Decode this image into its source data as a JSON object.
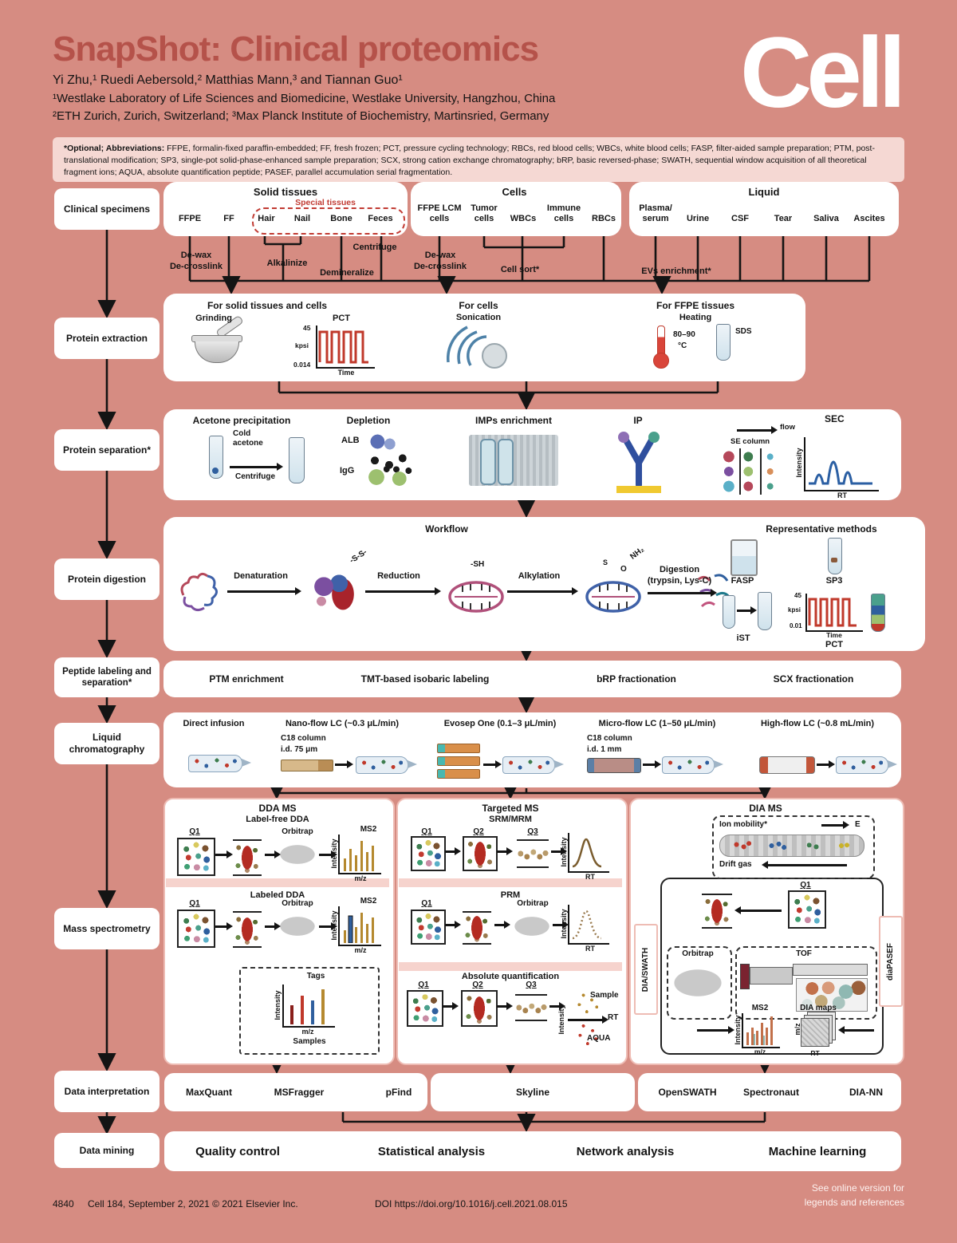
{
  "header": {
    "title": "SnapShot: Clinical proteomics",
    "authors": "Yi Zhu,¹ Ruedi Aebersold,² Matthias Mann,³ and Tiannan Guo¹",
    "affil1": "¹Westlake Laboratory of Life Sciences and Biomedicine, Westlake University, Hangzhou, China",
    "affil2": "²ETH Zurich, Zurich, Switzerland; ³Max Planck Institute of Biochemistry, Martinsried, Germany",
    "logo": "Cell"
  },
  "abbrev": {
    "bold": "*Optional; Abbreviations:",
    "text": " FFPE, formalin-fixed paraffin-embedded; FF, fresh frozen; PCT, pressure cycling technology; RBCs, red blood cells; WBCs, white blood cells; FASP, filter-aided sample preparation; PTM, post-translational modification; SP3, single-pot solid-phase-enhanced sample preparation; SCX, strong cation exchange chromatography; bRP, basic reversed-phase; SWATH, sequential window acquisition of all theoretical fragment ions; AQUA, absolute quantification peptide; PASEF, parallel accumulation serial fragmentation."
  },
  "stages": [
    "Clinical specimens",
    "Protein extraction",
    "Protein separation*",
    "Protein digestion",
    "Peptide labeling and separation*",
    "Liquid chromatography",
    "Mass spectrometry",
    "Data interpretation",
    "Data mining"
  ],
  "specimens": {
    "solid": {
      "title": "Solid tissues",
      "ffpe": "FFPE",
      "ff": "FF",
      "special": "Special tissues",
      "hair": "Hair",
      "nail": "Nail",
      "bone": "Bone",
      "feces": "Feces"
    },
    "cells": {
      "title": "Cells",
      "lcm": "FFPE LCM cells",
      "tumor": "Tumor cells",
      "wbc": "WBCs",
      "immune": "Immune cells",
      "rbc": "RBCs"
    },
    "liquid": {
      "title": "Liquid",
      "plasma": "Plasma/ serum",
      "urine": "Urine",
      "csf": "CSF",
      "tear": "Tear",
      "saliva": "Saliva",
      "ascites": "Ascites"
    },
    "proc": {
      "dewax": "De-wax",
      "decross": "De-crosslink",
      "alk": "Alkalinize",
      "demin": "Demineralize",
      "cent": "Centrifuge",
      "sort": "Cell sort*",
      "evs": "EVs enrichment*"
    }
  },
  "extraction": {
    "solid_title": "For solid tissues and cells",
    "grinding": "Grinding",
    "pct": "PCT",
    "pct_top": "45",
    "pct_unit": "kpsi",
    "pct_bottom": "0.014",
    "pct_x": "Time",
    "cells_title": "For cells",
    "sonication": "Sonication",
    "ffpe_title": "For FFPE tissues",
    "heating": "Heating",
    "temp": "80–90",
    "temp_unit": "°C",
    "sds": "SDS"
  },
  "separation": {
    "acetone_title": "Acetone precipitation",
    "cold": "Cold acetone",
    "centrifuge": "Centrifuge",
    "depletion_title": "Depletion",
    "alb": "ALB",
    "igg": "IgG",
    "imps": "IMPs enrichment",
    "ip": "IP",
    "sec": "SEC",
    "flow": "flow",
    "secolumn": "SE column",
    "intensity": "Intensity",
    "rt": "RT"
  },
  "digestion": {
    "workflow": "Workflow",
    "denat": "Denaturation",
    "ss": "-S-S-",
    "reduction": "Reduction",
    "sh": "-SH",
    "alkylation": "Alkylation",
    "nh2": "NH₂",
    "o": "O",
    "s": "S",
    "dig1": "Digestion",
    "dig2": "(trypsin, Lys-C)",
    "methods_title": "Representative methods",
    "fasp": "FASP",
    "sp3": "SP3",
    "ist": "iST",
    "pct": "PCT",
    "pct_top": "45",
    "pct_unit": "kpsi",
    "pct_bottom": "0.01",
    "pct_x": "Time"
  },
  "labeling": {
    "items": [
      "PTM enrichment",
      "TMT-based isobaric labeling",
      "bRP fractionation",
      "SCX fractionation"
    ]
  },
  "lc": {
    "names": [
      "Direct infusion",
      "Nano-flow LC (~0.3 μL/min)",
      "Evosep One (0.1–3 μL/min)",
      "Micro-flow LC (1–50 μL/min)",
      "High-flow LC (~0.8 mL/min)"
    ],
    "c18a1": "C18 column",
    "c18a2": "i.d. 75 μm",
    "c18b1": "C18 column",
    "c18b2": "i.d. 1 mm"
  },
  "ms": {
    "dda": {
      "title": "DDA MS",
      "lf": "Label-free DDA",
      "labeled": "Labeled DDA",
      "q1": "Q1",
      "orbitrap": "Orbitrap",
      "ms2": "MS2",
      "intensity": "Intensity",
      "mz": "m/z",
      "tags": "Tags",
      "samples": "Samples"
    },
    "targeted": {
      "title": "Targeted MS",
      "srm": "SRM/MRM",
      "prm": "PRM",
      "abs": "Absolute quantification",
      "q1": "Q1",
      "q2": "Q2",
      "q3": "Q3",
      "orbitrap": "Orbitrap",
      "intensity": "Intensity",
      "rt": "RT",
      "sample": "Sample",
      "aqua": "AQUA"
    },
    "dia": {
      "title": "DIA MS",
      "ionmob": "Ion mobility*",
      "e": "E",
      "drift": "Drift gas",
      "q1": "Q1",
      "swath": "DIA/SWATH",
      "pasef": "diaPASEF",
      "orbitrap": "Orbitrap",
      "tof": "TOF",
      "ms2": "MS2",
      "diamaps": "DIA maps",
      "intensity": "Intensity",
      "mz": "m/z",
      "rt": "RT"
    }
  },
  "interpretation": {
    "items": [
      "MaxQuant",
      "MSFragger",
      "pFind",
      "Skyline",
      "OpenSWATH",
      "Spectronaut",
      "DIA-NN"
    ]
  },
  "mining": {
    "items": [
      "Quality control",
      "Statistical analysis",
      "Network analysis",
      "Machine learning"
    ]
  },
  "footer": {
    "page": "4840",
    "citation": "Cell 184, September 2, 2021 © 2021 Elsevier Inc.",
    "doi": "DOI https://doi.org/10.1016/j.cell.2021.08.015",
    "note1": "See online version for",
    "note2": "legends and references"
  }
}
